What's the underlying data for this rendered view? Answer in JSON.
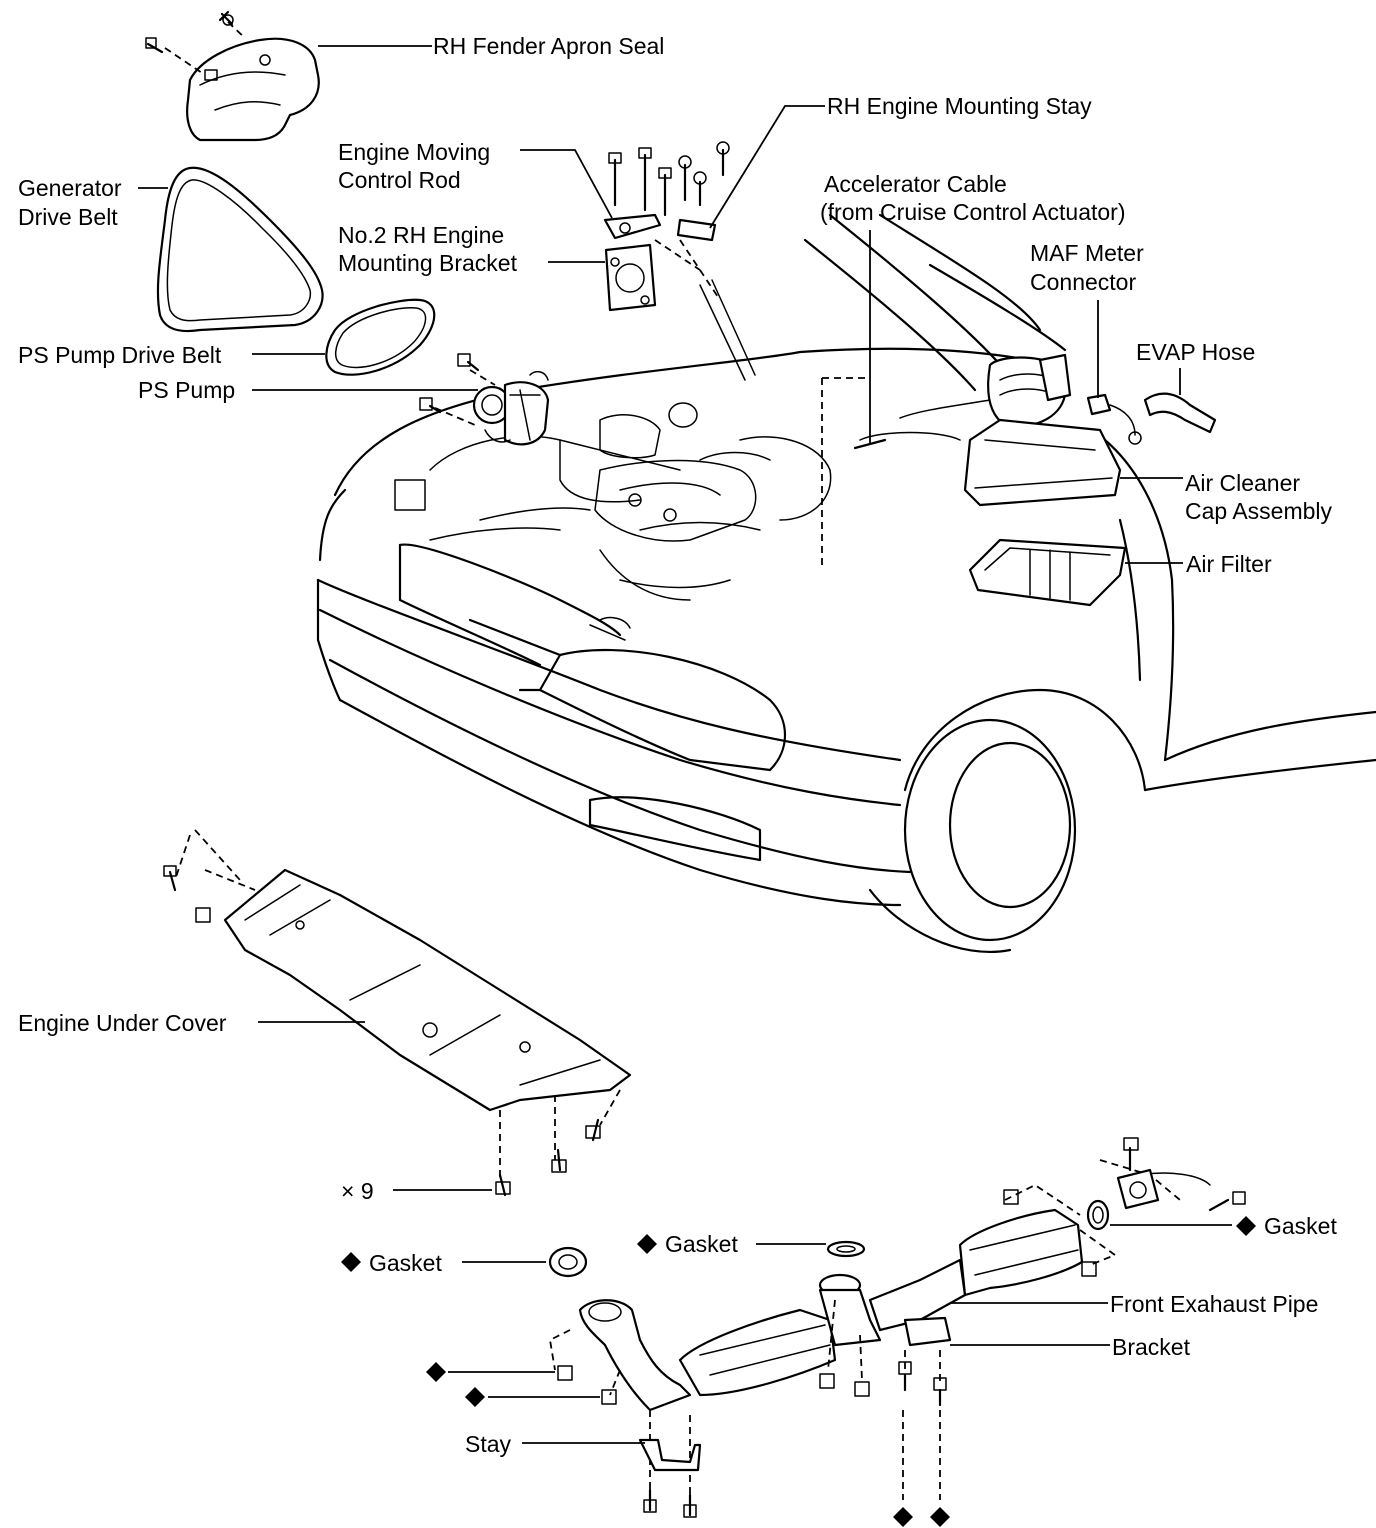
{
  "labels": {
    "rh_fender_apron_seal": "RH Fender Apron Seal",
    "rh_engine_mounting_stay": "RH Engine Mounting Stay",
    "engine_moving_control_rod_1": "Engine Moving",
    "engine_moving_control_rod_2": "Control Rod",
    "generator_drive_belt_1": "Generator",
    "generator_drive_belt_2": "Drive Belt",
    "no2_rh_engine_mounting_bracket_1": "No.2 RH Engine",
    "no2_rh_engine_mounting_bracket_2": "Mounting Bracket",
    "accelerator_cable_1": "Accelerator Cable",
    "accelerator_cable_2": "(from Cruise Control Actuator)",
    "maf_meter_connector_1": "MAF Meter",
    "maf_meter_connector_2": "Connector",
    "ps_pump_drive_belt": "PS Pump Drive Belt",
    "evap_hose": "EVAP Hose",
    "ps_pump": "PS Pump",
    "air_cleaner_cap_assembly_1": "Air Cleaner",
    "air_cleaner_cap_assembly_2": "Cap Assembly",
    "air_filter": "Air Filter",
    "engine_under_cover": "Engine Under Cover",
    "bolt_quantity": "× 9",
    "gasket_rear": "Gasket",
    "gasket_center": "Gasket",
    "gasket_left": "Gasket",
    "front_exhaust_pipe": "Front Exahaust Pipe",
    "bracket": "Bracket",
    "stay": "Stay"
  },
  "symbols": {
    "non_reusable_part": "diamond-icon"
  }
}
